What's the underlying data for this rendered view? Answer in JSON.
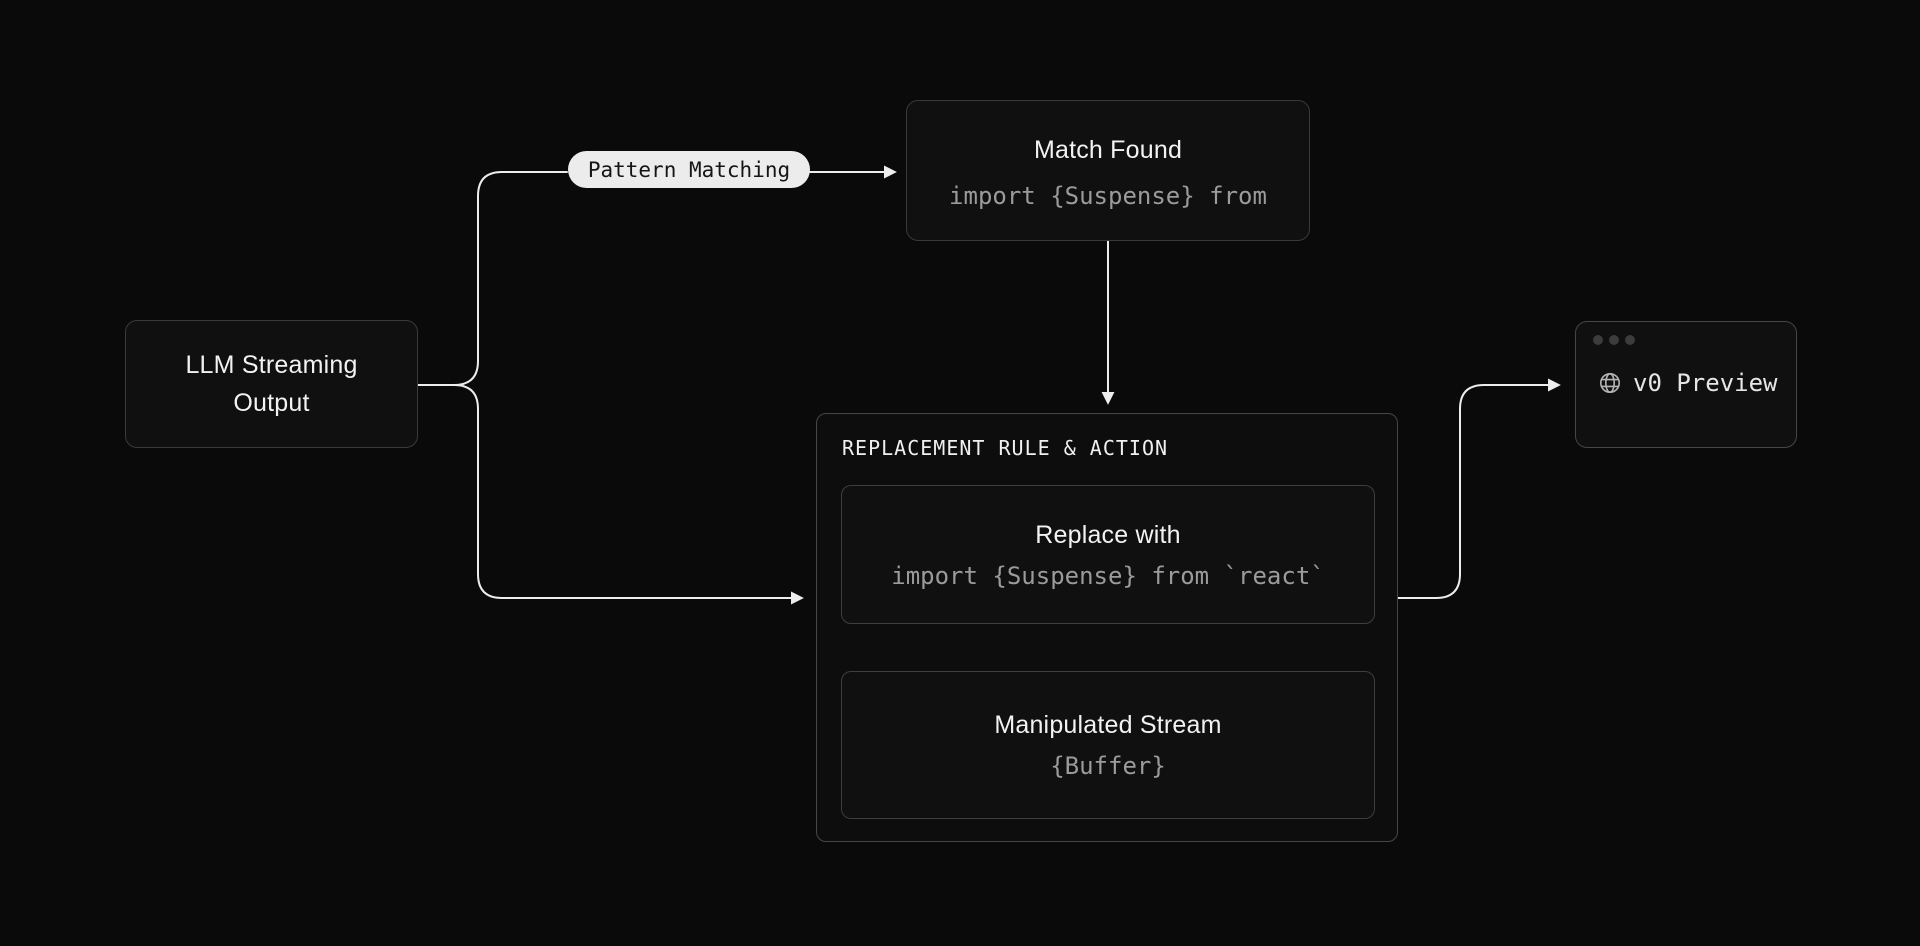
{
  "theme": {
    "background": "#0a0a0a",
    "node_fill": "#101010",
    "node_border": "#3a3a3a",
    "container_fill": "#0d0d0d",
    "container_border": "#464646",
    "inner_fill": "#101010",
    "inner_border": "#3e3e3e",
    "text_primary": "#f2f2f2",
    "text_code": "#9b9b9b",
    "header_text": "#f0f0f0",
    "connector": "#ededed",
    "dashed_connector": "#9a9a9a",
    "pill_bg": "#ececec",
    "pill_text": "#151515",
    "dot_color": "#3c3c3c",
    "globe_color": "#b5b5b5",
    "preview_text": "#e6e6e6"
  },
  "diagram": {
    "llm_node": {
      "title": "LLM Streaming Output"
    },
    "pattern_pill": {
      "label": "Pattern Matching"
    },
    "match_node": {
      "title": "Match Found",
      "code": "import {Suspense} from"
    },
    "container": {
      "header": "REPLACEMENT RULE & ACTION"
    },
    "replace_node": {
      "title": "Replace with",
      "code": "import {Suspense} from `react`"
    },
    "stream_node": {
      "title": "Manipulated Stream",
      "code": "{Buffer}"
    },
    "preview_node": {
      "label": "v0 Preview",
      "icon": "globe-icon",
      "window_dots_count": 3
    }
  }
}
